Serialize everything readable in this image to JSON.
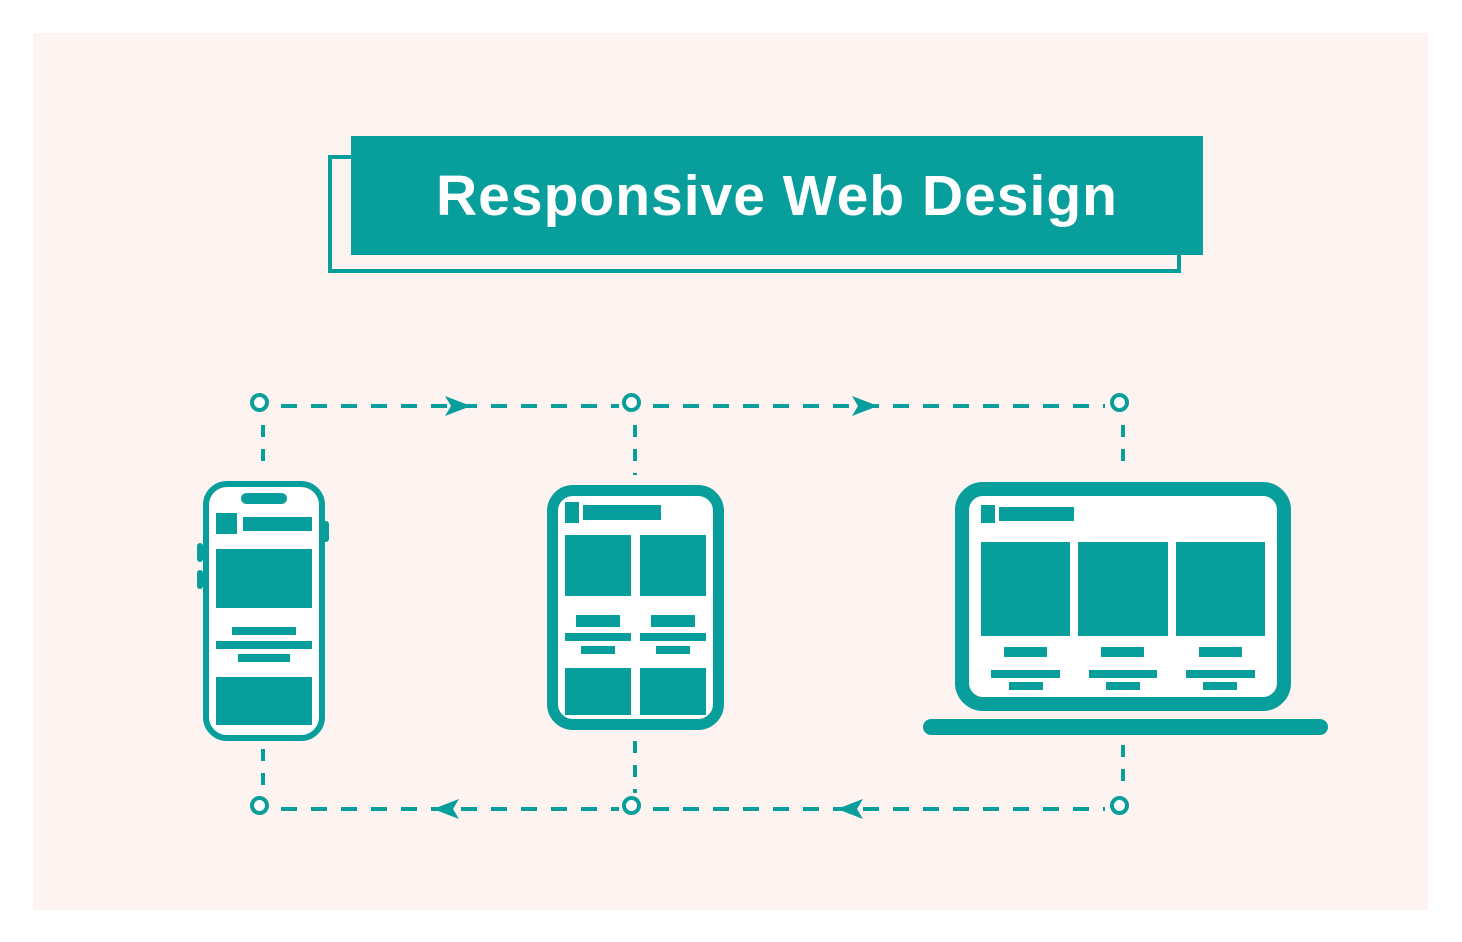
{
  "banner": {
    "title": "Responsive Web Design"
  },
  "colors": {
    "teal": "#089E9B",
    "panel_bg": "#FDF3F0",
    "outer_bg": "#FFFFFF",
    "white": "#FFFFFF"
  },
  "devices": [
    {
      "id": "smartphone",
      "icon": "smartphone-wireframe-icon"
    },
    {
      "id": "tablet",
      "icon": "tablet-wireframe-icon"
    },
    {
      "id": "laptop",
      "icon": "laptop-wireframe-icon"
    }
  ],
  "flow": {
    "top_row_direction": "right",
    "bottom_row_direction": "left",
    "node_icon": "circle-node-icon",
    "arrow_right_icon": "arrow-right-icon",
    "arrow_left_icon": "arrow-left-icon"
  }
}
